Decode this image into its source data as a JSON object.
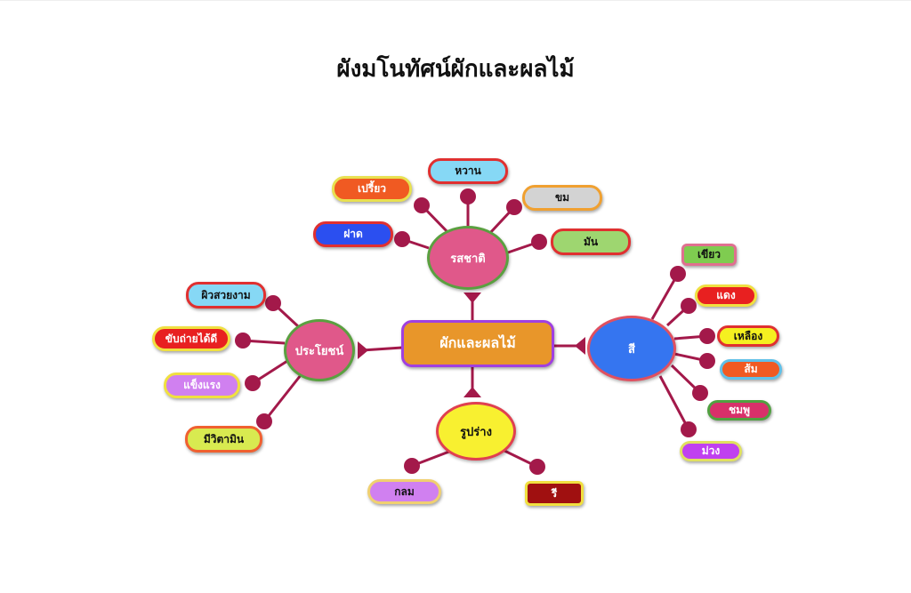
{
  "title": "ผังมโนทัศน์ผักและผลไม้",
  "center": "ผักและผลไม้",
  "branches": {
    "taste": {
      "label": "รสชาติ",
      "items": [
        "หวาน",
        "เปรี้ยว",
        "ขม",
        "ฝาด",
        "มัน"
      ]
    },
    "color": {
      "label": "สี",
      "items": [
        "เขียว",
        "แดง",
        "เหลือง",
        "ส้ม",
        "ชมพู",
        "ม่วง"
      ]
    },
    "benefit": {
      "label": "ประโยชน์",
      "items": [
        "ผิวสวยงาม",
        "ขับถ่ายได้ดี",
        "แข็งแรง",
        "มีวิตามิน"
      ]
    },
    "shape": {
      "label": "รูปร่าง",
      "items": [
        "กลม",
        "รี"
      ]
    }
  },
  "colors": {
    "connector": "#a3194a",
    "center_fill": "#e8962a",
    "center_border": "#a040e0"
  }
}
